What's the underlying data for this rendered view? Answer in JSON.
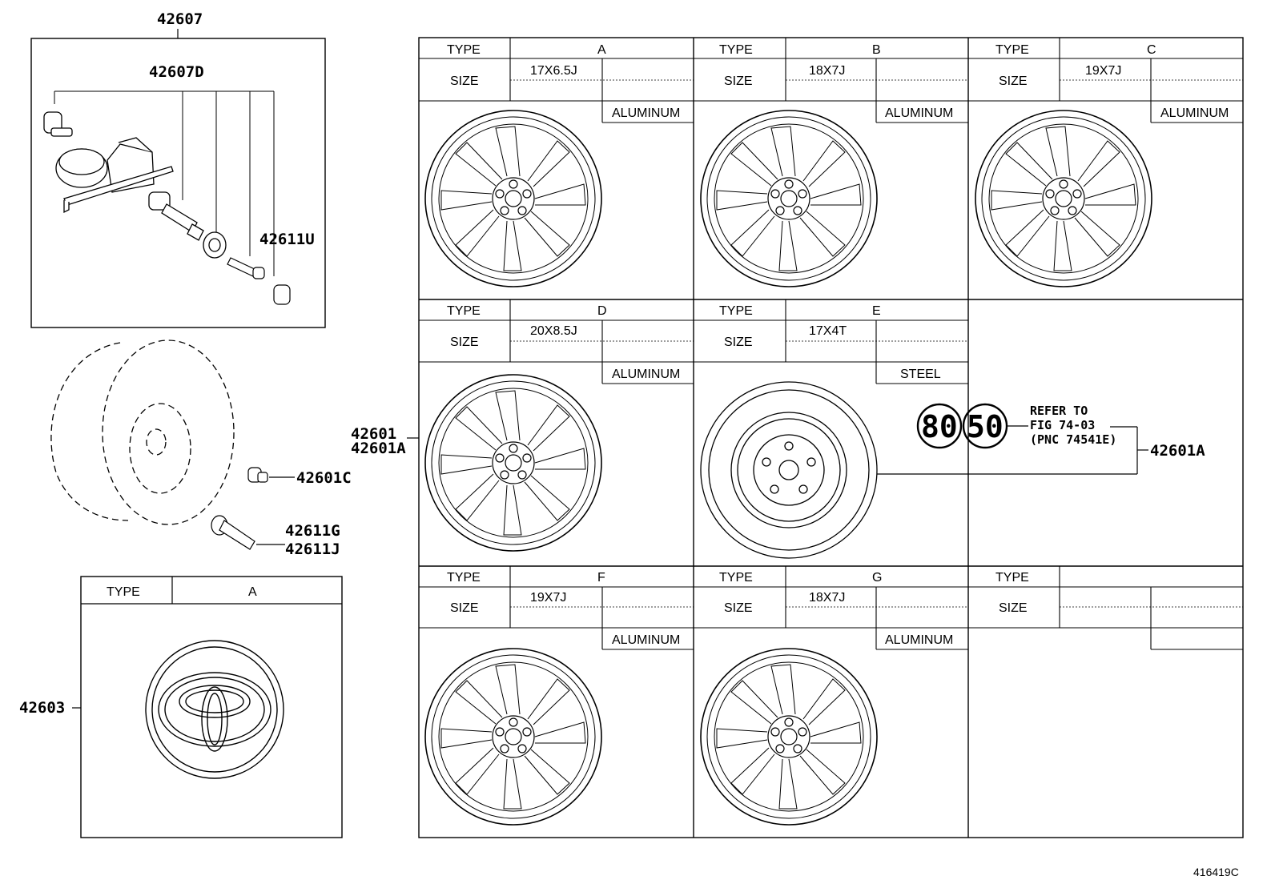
{
  "parts": {
    "p42607": "42607",
    "p42607D": "42607D",
    "p42611U": "42611U",
    "p42601": "42601",
    "p42601A_left": "42601A",
    "p42601C": "42601C",
    "p42611G": "42611G",
    "p42611J": "42611J",
    "p42603": "42603",
    "p42601A_right": "42601A"
  },
  "headers": {
    "type": "TYPE",
    "size": "SIZE"
  },
  "wheels": {
    "A": {
      "type": "A",
      "size": "17X6.5J",
      "material": "ALUMINUM"
    },
    "B": {
      "type": "B",
      "size": "18X7J",
      "material": "ALUMINUM"
    },
    "C": {
      "type": "C",
      "size": "19X7J",
      "material": "ALUMINUM"
    },
    "D": {
      "type": "D",
      "size": "20X8.5J",
      "material": "ALUMINUM"
    },
    "E": {
      "type": "E",
      "size": "17X4T",
      "material": "STEEL"
    },
    "F": {
      "type": "F",
      "size": "19X7J",
      "material": "ALUMINUM"
    },
    "G": {
      "type": "G",
      "size": "18X7J",
      "material": "ALUMINUM"
    }
  },
  "cap_table": {
    "type": "A"
  },
  "reference": {
    "badge1": "80",
    "badge2": "50",
    "line1": "REFER TO",
    "line2": "FIG 74-03",
    "line3": "(PNC 74541E)"
  },
  "illustration_id": "416419C",
  "icons": [
    "tpms-sensor-icon",
    "tire-icon",
    "wheel-icon",
    "emblem-icon",
    "valve-icon",
    "hub-nut-icon"
  ]
}
